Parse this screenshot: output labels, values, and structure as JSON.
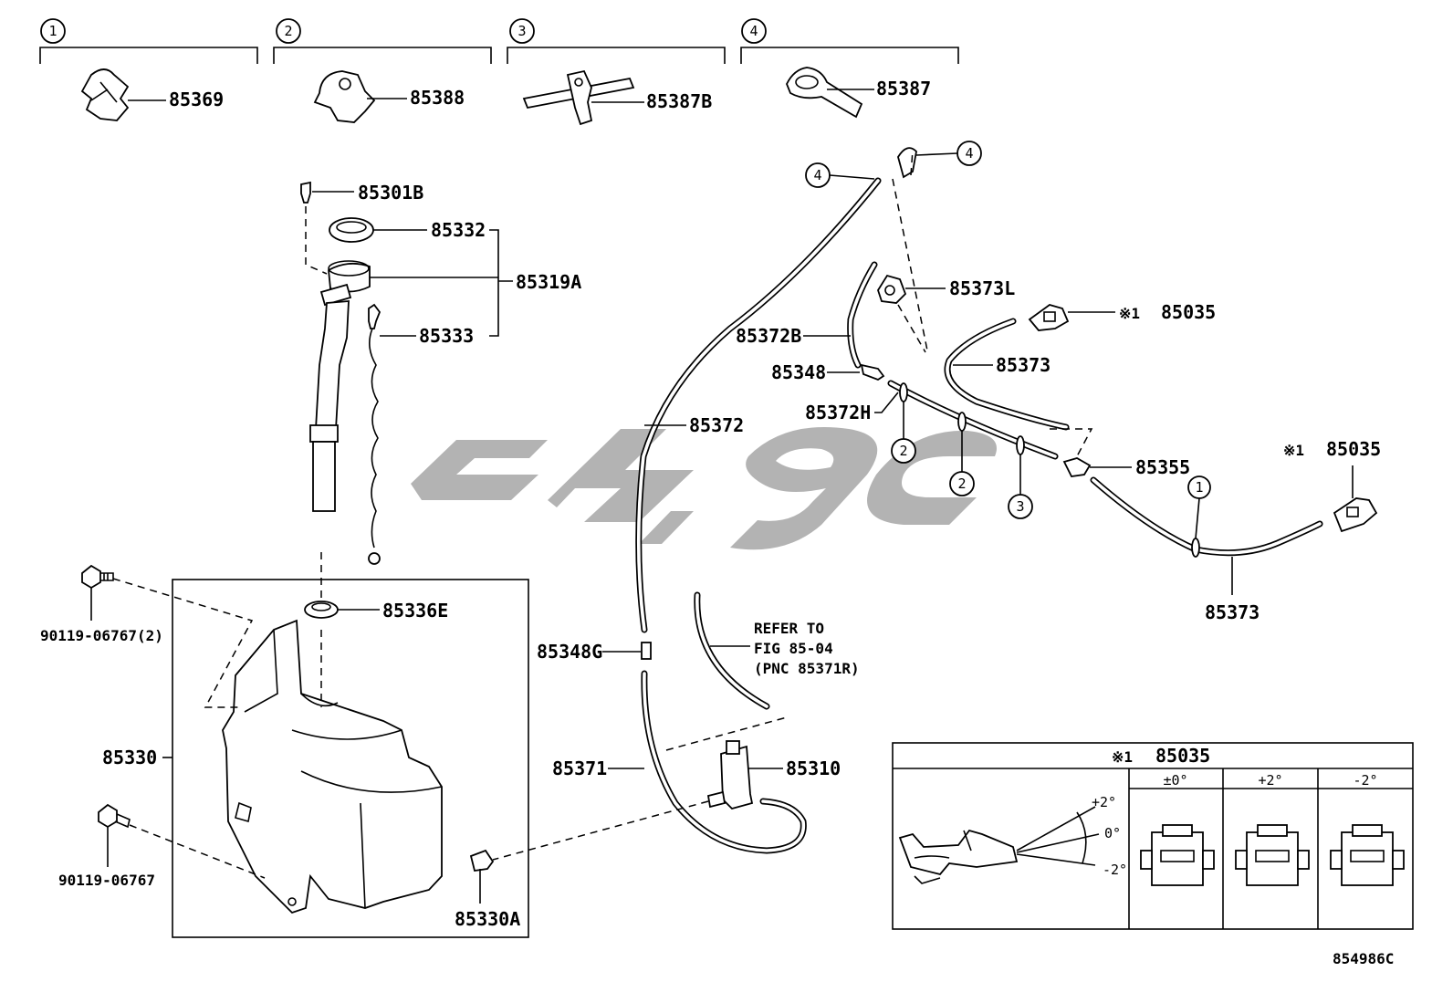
{
  "diagram": {
    "ref_code": "854986C",
    "watermark_color": "#b3b3b3",
    "groups": [
      {
        "num": "1",
        "part": "85369"
      },
      {
        "num": "2",
        "part": "85388"
      },
      {
        "num": "3",
        "part": "85387B"
      },
      {
        "num": "4",
        "part": "85387"
      }
    ],
    "labels": {
      "p85301B": "85301B",
      "p85332": "85332",
      "p85319A": "85319A",
      "p85333": "85333",
      "p85336E": "85336E",
      "p85330": "85330",
      "p85330A": "85330A",
      "p90119a": "90119-06767(2)",
      "p90119b": "90119-06767",
      "p85372": "85372",
      "p85372B": "85372B",
      "p85348": "85348",
      "p85372H": "85372H",
      "p85373L": "85373L",
      "p85373a": "85373",
      "p85373b": "85373",
      "p85355": "85355",
      "p85035a": "85035",
      "p85035b": "85035",
      "p85348G": "85348G",
      "p85371": "85371",
      "p85310": "85310",
      "note_mark": "※1",
      "refer1": "REFER TO",
      "refer2": "FIG 85-04",
      "refer3": "(PNC 85371R)"
    },
    "callouts": {
      "c4a": "4",
      "c4b": "4",
      "c2a": "2",
      "c2b": "2",
      "c3": "3",
      "c1": "1"
    },
    "inset": {
      "mark": "※1",
      "part": "85035",
      "columns": [
        "±0°",
        "+2°",
        "-2°"
      ],
      "angles": [
        "+2°",
        "0°",
        "-2°"
      ]
    }
  }
}
